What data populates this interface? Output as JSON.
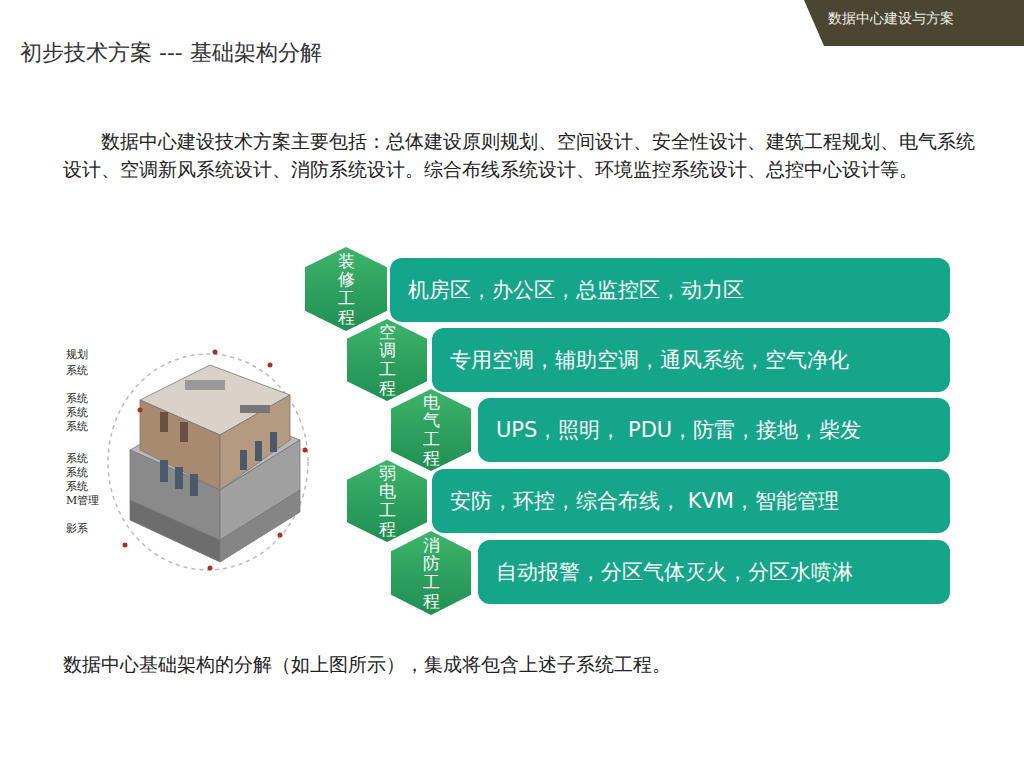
{
  "diagram": {
    "title": "初步技术方案 --- 基础架构分解",
    "caption": "数据中心基础架构的分解（如上图所示），集成将包含上述子系统工程。",
    "nodes": [
      {
        "text": [
          "装修工程"
        ]
      },
      {
        "text": [
          "机房区，办公区，总监控区，动力区"
        ]
      },
      {
        "text": [
          "空调工程"
        ]
      },
      {
        "text": [
          "专用空调，辅助空调，通风系统，空气净化"
        ]
      },
      {
        "text": [
          "电气工程"
        ]
      },
      {
        "text": [
          "UPS，照明， PDU，防雷，接地，柴发"
        ]
      },
      {
        "text": [
          "弱电工程"
        ]
      },
      {
        "text": [
          "安防，环控，综合布线， KVM，智能管理"
        ]
      },
      {
        "text": [
          "消防工程"
        ]
      },
      {
        "text": [
          "自动报警，分区气体灭火，分区水喷淋"
        ]
      }
    ],
    "edges": [],
    "labels": [
      "数据中心建设与方案",
      "数据中心建设技术方案主要包括：总体建设原则规划、空间设计、安全性设计、建筑工程规划、电气系统设计、空调新风系统设计、消防系统设计。综合布线系统设计、环境监控系统设计、总控中心设计等。",
      "规划",
      "系统",
      "系统",
      "系统",
      "系统",
      "系统",
      "系统",
      "系统",
      "M管理",
      "影系"
    ]
  }
}
